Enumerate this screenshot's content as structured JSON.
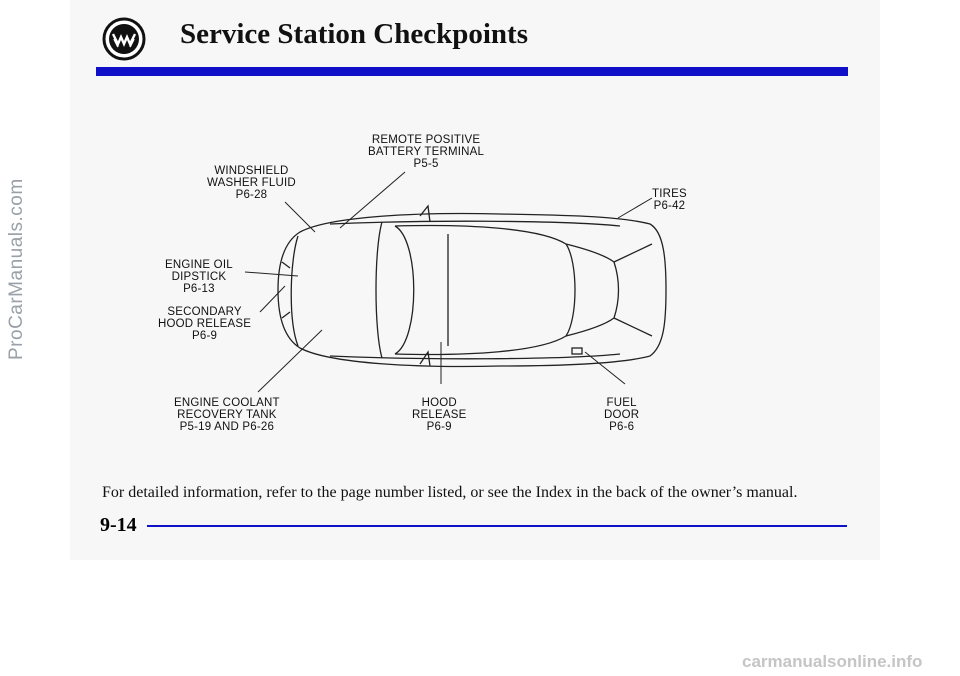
{
  "header": {
    "title": "Service Station Checkpoints"
  },
  "callouts": {
    "remote_positive": [
      "REMOTE POSITIVE",
      "BATTERY TERMINAL",
      "P5-5"
    ],
    "windshield": [
      "WINDSHIELD",
      "WASHER FLUID",
      "P6-28"
    ],
    "tires": [
      "TIRES",
      "P6-42"
    ],
    "engine_oil": [
      "ENGINE OIL",
      "DIPSTICK",
      "P6-13"
    ],
    "secondary_hood": [
      "SECONDARY",
      "HOOD RELEASE",
      "P6-9"
    ],
    "coolant": [
      "ENGINE COOLANT",
      "RECOVERY TANK",
      "P5-19 AND P6-26"
    ],
    "hood_release": [
      "HOOD",
      "RELEASE",
      "P6-9"
    ],
    "fuel_door": [
      "FUEL",
      "DOOR",
      "P6-6"
    ]
  },
  "footnote": "For detailed information, refer to the page number listed, or see the Index in the back of the owner’s manual.",
  "page_number": "9-14",
  "watermark": "ProCarManuals.com",
  "site_footer": "carmanualsonline.info",
  "colors": {
    "accent_blue": "#1010c8"
  }
}
